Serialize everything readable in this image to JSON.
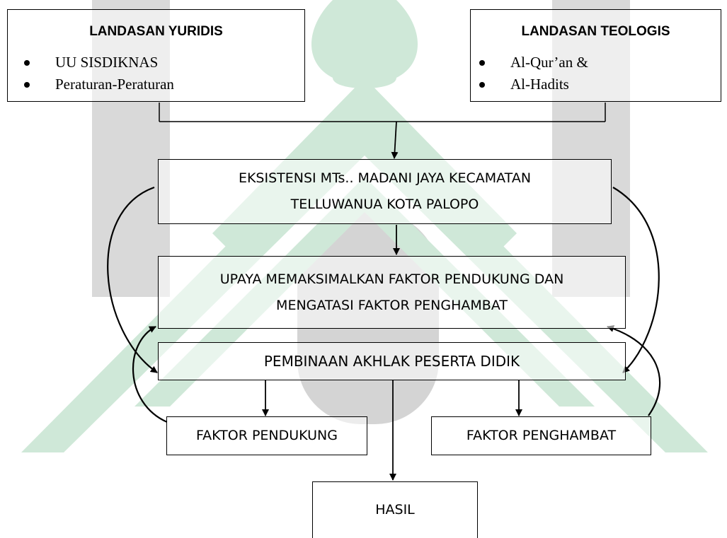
{
  "landasan_yuridis": {
    "title": "LANDASAN YURIDIS",
    "items": [
      "UU SISDIKNAS",
      "Peraturan-Peraturan"
    ]
  },
  "landasan_teologis": {
    "title": "LANDASAN TEOLOGIS",
    "items": [
      "Al-Qur’an &",
      "Al-Hadits"
    ]
  },
  "eksistensi": {
    "line1": "EKSISTENSI MTs.. MADANI JAYA KECAMATAN",
    "line2": "TELLUWANUA KOTA  PALOPO"
  },
  "upaya": {
    "line1": "UPAYA MEMAKSIMALKAN FAKTOR PENDUKUNG DAN",
    "line2": "MENGATASI FAKTOR PENGHAMBAT"
  },
  "pembinaan": "PEMBINAAN AKHLAK PESERTA DIDIK",
  "faktor_pendukung": "FAKTOR PENDUKUNG",
  "faktor_penghambat": "FAKTOR PENGHAMBAT",
  "hasil": "HASIL",
  "colors": {
    "watermark_green": "#cfe8d8",
    "watermark_gray": "#d9d9d9",
    "arrow": "#000000"
  }
}
